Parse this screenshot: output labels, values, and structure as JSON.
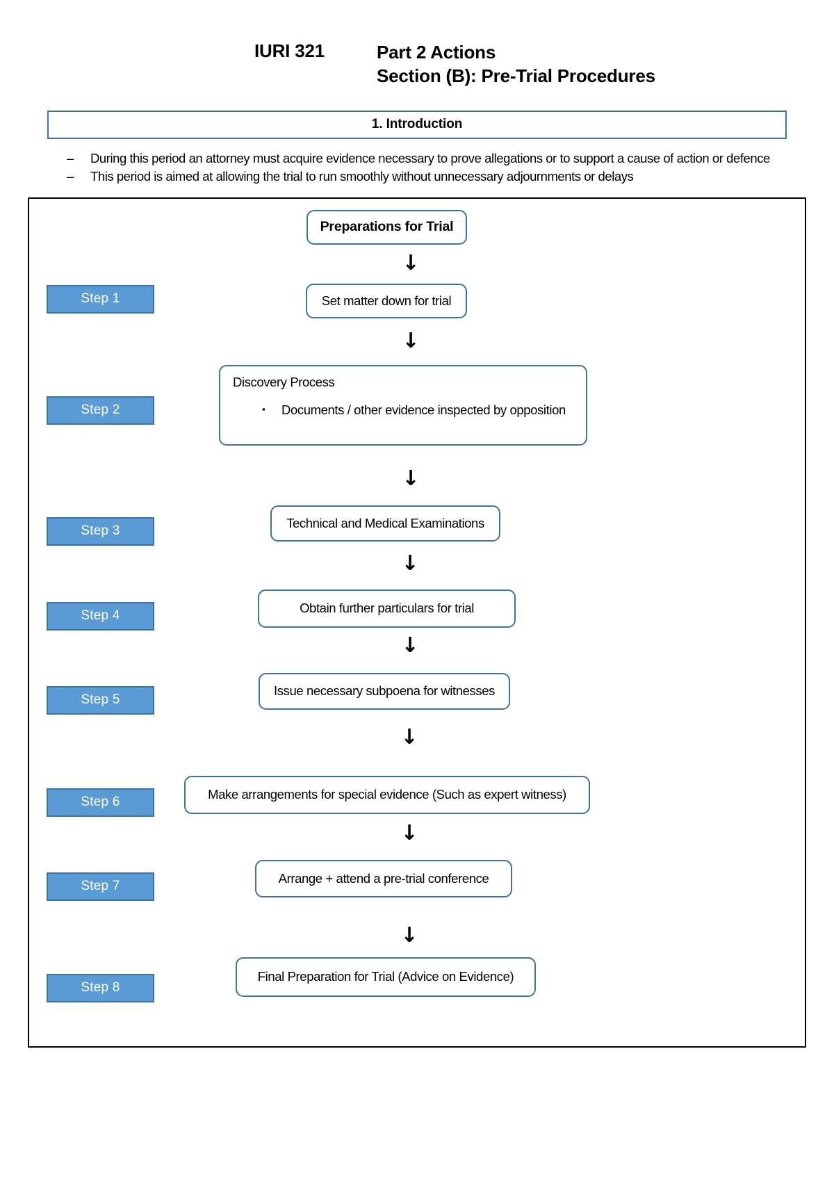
{
  "header": {
    "course_code": "IURI 321",
    "title_lines": [
      "Part 2 Actions",
      "Section (B): Pre-Trial Procedures"
    ]
  },
  "introduction": {
    "heading": "1. Introduction",
    "bullet_marker": "–",
    "items": [
      "During this period an attorney must acquire evidence necessary to prove allegations or to support a cause of action or defence",
      "This period is aimed at allowing the trial to run smoothly without unnecessary adjournments or delays"
    ]
  },
  "flowchart": {
    "arrow_glyph": "↓",
    "sub_bullet_marker": "▪",
    "colors": {
      "node_border": "#40749F",
      "badge_fill": "#5B9BD5",
      "badge_border": "#3A73A8",
      "frame_border": "#000000",
      "intro_border": "#4472A0"
    },
    "start_node": {
      "label": "Preparations for Trial"
    },
    "steps": [
      {
        "badge": "Step 1",
        "label": "Set matter down for trial"
      },
      {
        "badge": "Step 2",
        "label": "Discovery Process",
        "sub_items": [
          "Documents / other evidence inspected by opposition"
        ]
      },
      {
        "badge": "Step 3",
        "label": "Technical and Medical Examinations"
      },
      {
        "badge": "Step 4",
        "label": "Obtain further particulars for trial"
      },
      {
        "badge": "Step 5",
        "label": "Issue necessary subpoena for witnesses"
      },
      {
        "badge": "Step 6",
        "label": "Make arrangements for special evidence (Such as expert witness)"
      },
      {
        "badge": "Step 7",
        "label": "Arrange + attend a pre-trial conference"
      },
      {
        "badge": "Step 8",
        "label": "Final Preparation for Trial (Advice on Evidence)"
      }
    ]
  }
}
